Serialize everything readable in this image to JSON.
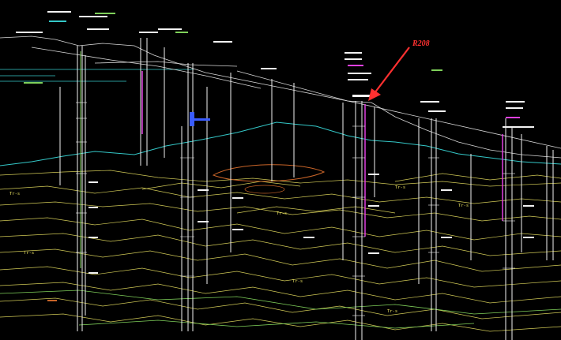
{
  "callout": {
    "label": "R208",
    "color": "#ff3030"
  },
  "layer_labels": [
    "Tr-s",
    "Tr-s",
    "Tr-s",
    "Tr-s",
    "Tr-s",
    "Tr-s",
    "Tr-s"
  ],
  "colors": {
    "background": "#000000",
    "profile_line": "#d8d8d8",
    "boreholes": "#f2f2f2",
    "magenta": "#e040e0",
    "cyan": "#34c8c8",
    "yellow": "#e8e060",
    "orange": "#c86428",
    "green": "#7fd05a",
    "blue": "#3a5cff"
  }
}
